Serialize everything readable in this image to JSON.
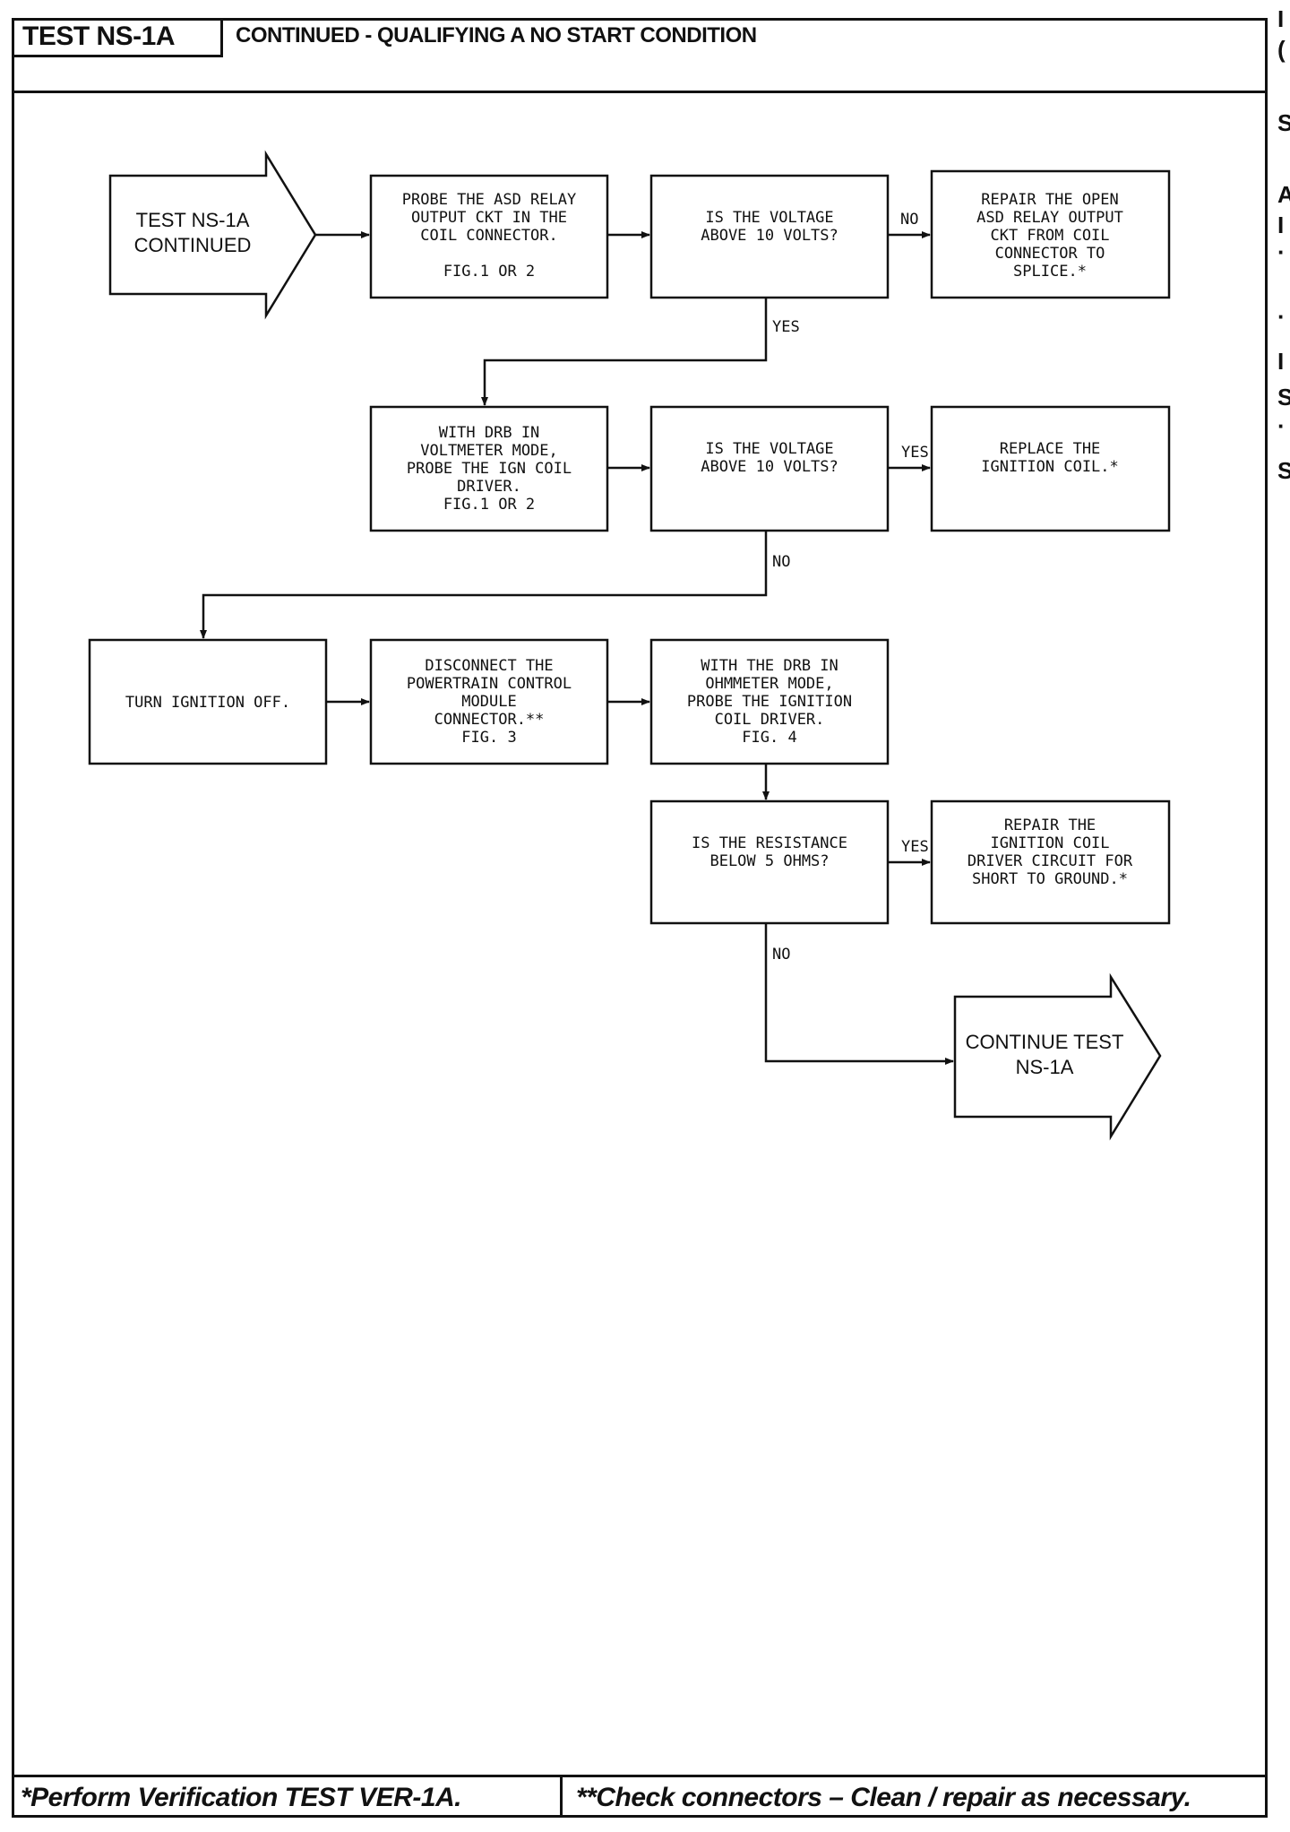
{
  "header": {
    "test_id": "TEST NS-1A",
    "title": "CONTINUED - QUALIFYING A NO START CONDITION"
  },
  "flow": {
    "start": [
      "TEST NS-1A",
      "CONTINUED"
    ],
    "probe_asd": [
      "PROBE THE ASD RELAY",
      "OUTPUT CKT IN THE",
      "COIL CONNECTOR.",
      "",
      "FIG.1 OR 2"
    ],
    "voltage_q1": [
      "IS THE VOLTAGE",
      "ABOVE 10 VOLTS?"
    ],
    "repair_asd": [
      "REPAIR THE OPEN",
      "ASD RELAY OUTPUT",
      "CKT FROM COIL",
      "CONNECTOR TO",
      "SPLICE.*"
    ],
    "drb_voltmeter": [
      "WITH DRB IN",
      "VOLTMETER MODE,",
      "PROBE THE IGN COIL",
      "DRIVER.",
      "FIG.1 OR 2"
    ],
    "voltage_q2": [
      "IS THE VOLTAGE",
      "ABOVE 10 VOLTS?"
    ],
    "replace_coil": [
      "REPLACE THE",
      "IGNITION COIL.*"
    ],
    "turn_off": [
      "TURN IGNITION OFF."
    ],
    "disconnect_pcm": [
      "DISCONNECT THE",
      "POWERTRAIN CONTROL",
      "MODULE",
      "CONNECTOR.**",
      "FIG. 3"
    ],
    "drb_ohmmeter": [
      "WITH THE DRB IN",
      "OHMMETER MODE,",
      "PROBE THE IGNITION",
      "COIL DRIVER.",
      "FIG. 4"
    ],
    "resistance_q": [
      "IS THE RESISTANCE",
      "BELOW 5 OHMS?"
    ],
    "repair_short": [
      "REPAIR THE",
      "IGNITION COIL",
      "DRIVER CIRCUIT FOR",
      "SHORT TO GROUND.*"
    ],
    "end": [
      "CONTINUE TEST",
      "NS-1A"
    ],
    "edge_labels": {
      "no1": "NO",
      "yes1": "YES",
      "yes2": "YES",
      "no2": "NO",
      "yes3": "YES",
      "no3": "NO"
    }
  },
  "footer": {
    "note_single": "*Perform Verification TEST VER-1A.",
    "note_double": "**Check connectors – Clean / repair as necessary."
  },
  "right_margin_glyphs": [
    "I",
    "(",
    "S",
    "A",
    "I",
    "·",
    "·",
    "I",
    "S",
    "·",
    "S"
  ]
}
